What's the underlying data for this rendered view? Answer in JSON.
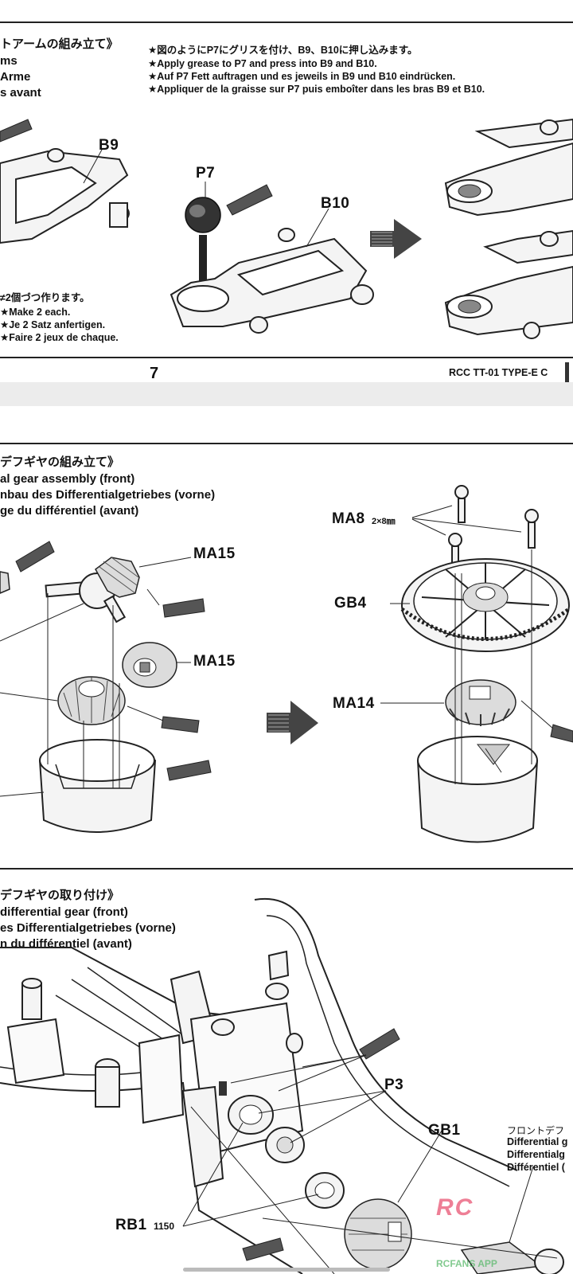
{
  "page1": {
    "title_lines": [
      "トアームの組み立て》",
      "ms",
      "Arme",
      "s avant"
    ],
    "instruction_lines": [
      "★図のようにP7にグリスを付け、B9、B10に押し込みます。",
      "★Apply grease to P7 and press into B9 and B10.",
      "★Auf P7 Fett auftragen und es jeweils in B9 und B10 eindrücken.",
      "★Appliquer de la graisse sur P7 puis emboîter dans les bras B9 et B10."
    ],
    "labels": {
      "b9": "B9",
      "p7": "P7",
      "b10": "B10"
    },
    "make_lines": [
      "≠2個づつ作ります。",
      "★Make 2 each.",
      "★Je 2 Satz anfertigen.",
      "★Faire 2 jeux de chaque."
    ],
    "page_number": "7",
    "footer_title": "RCC TT-01 TYPE-E C"
  },
  "page2": {
    "title_lines": [
      "デフギヤの組み立て》",
      "al gear assembly (front)",
      "nbau des Differentialgetriebes (vorne)",
      "ge du différentiel (avant)"
    ],
    "labels": {
      "ma15_top": "MA15",
      "ma15_mid": "MA15",
      "ma8": "MA8",
      "ma8_size": "2×8㎜",
      "gb4": "GB4",
      "ma14": "MA14"
    }
  },
  "page3": {
    "title_lines": [
      "デフギヤの取り付け》",
      " differential gear (front)",
      "es Differentialgetriebes (vorne)",
      "n du différentiel (avant)"
    ],
    "labels": {
      "p3": "P3",
      "gb1": "GB1",
      "rb1": "RB1",
      "rb1_num": "1150"
    },
    "side_lines": [
      "フロントデフ",
      "Differential g",
      "Differentialg",
      "Différentiel ("
    ]
  },
  "watermark": {
    "line1": "RC",
    "line2": "RCFANS APP"
  }
}
